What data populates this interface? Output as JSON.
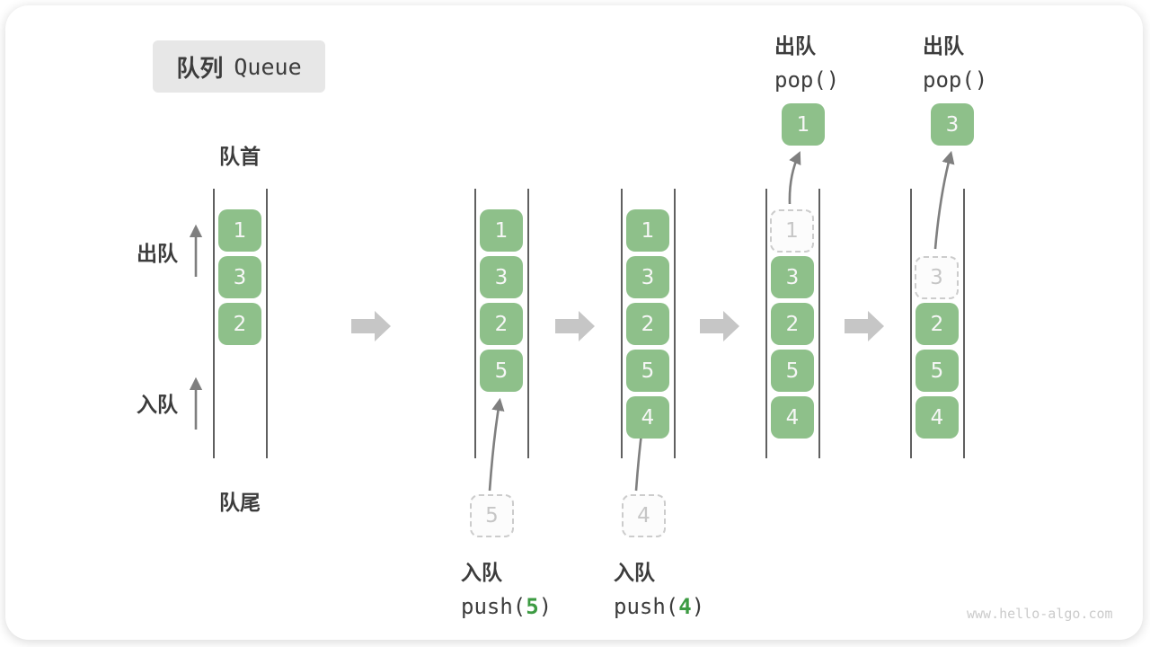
{
  "title": {
    "cn": "队列",
    "en": "Queue"
  },
  "watermark": "www.hello-algo.com",
  "labels": {
    "front": "队首",
    "rear": "队尾",
    "dequeue_side": "出队",
    "enqueue_side": "入队"
  },
  "colors": {
    "box_green": "#8EC08A",
    "code_green": "#3D9B43",
    "label_dark": "#3C3C3C",
    "ghost_gray": "#C6C6C6",
    "block_arrow_gray": "#C6C6C6",
    "thin_arrow_gray": "#7F7F7F",
    "line_gray": "#606060",
    "title_bg": "#E7E7E7"
  },
  "states": [
    {
      "items": [
        "1",
        "3",
        "2"
      ]
    },
    {
      "items": [
        "1",
        "3",
        "2",
        "5"
      ],
      "ghost": "5",
      "op_cn": "入队",
      "op_fn": "push(",
      "op_arg": "5",
      "op_close": ")"
    },
    {
      "items": [
        "1",
        "3",
        "2",
        "5",
        "4"
      ],
      "ghost": "4",
      "op_cn": "入队",
      "op_fn": "push(",
      "op_arg": "4",
      "op_close": ")"
    },
    {
      "items": [
        "3",
        "2",
        "5",
        "4"
      ],
      "ghost": "1",
      "popped": "1",
      "op_cn": "出队",
      "op_fn": "pop()"
    },
    {
      "items": [
        "2",
        "5",
        "4"
      ],
      "ghost": "3",
      "popped": "3",
      "op_cn": "出队",
      "op_fn": "pop()"
    }
  ]
}
